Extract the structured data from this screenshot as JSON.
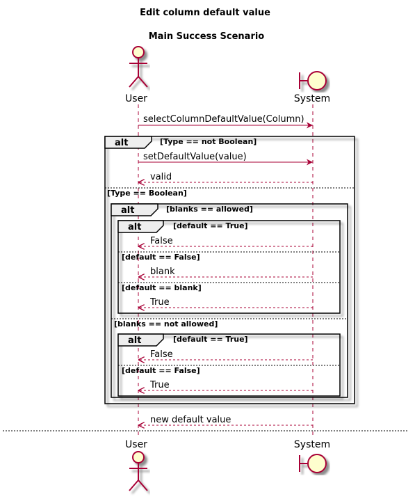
{
  "diagram": {
    "title": "Edit column default value",
    "subtitle": "Main Success Scenario",
    "participants": [
      {
        "name": "User",
        "shape": "actor"
      },
      {
        "name": "System",
        "shape": "boundary"
      }
    ],
    "messages": [
      {
        "label": "selectColumnDefaultValue(Column)",
        "from": "User",
        "to": "System",
        "style": "solid"
      },
      {
        "label": "setDefaultValue(value)",
        "from": "User",
        "to": "System",
        "style": "solid"
      },
      {
        "label": "valid",
        "from": "System",
        "to": "User",
        "style": "dashed"
      },
      {
        "label": "False",
        "from": "System",
        "to": "User",
        "style": "dashed"
      },
      {
        "label": "blank",
        "from": "System",
        "to": "User",
        "style": "dashed"
      },
      {
        "label": "True",
        "from": "System",
        "to": "User",
        "style": "dashed"
      },
      {
        "label": "False",
        "from": "System",
        "to": "User",
        "style": "dashed"
      },
      {
        "label": "True",
        "from": "System",
        "to": "User",
        "style": "dashed"
      },
      {
        "label": "new default value",
        "from": "System",
        "to": "User",
        "style": "dashed"
      }
    ],
    "fragments": {
      "outer": {
        "keyword": "alt",
        "guard1": "[Type == not Boolean]",
        "guard2": "[Type == Boolean]"
      },
      "blanks": {
        "keyword": "alt",
        "guard1": "[blanks == allowed]",
        "guard2": "[blanks == not allowed]"
      },
      "allowed": {
        "keyword": "alt",
        "guard1": "[default == True]",
        "guard2": "[default == False]",
        "guard3": "[default == blank]"
      },
      "not_allowed": {
        "keyword": "alt",
        "guard1": "[default == True]",
        "guard2": "[default == False]"
      }
    }
  },
  "colors": {
    "arrow": "#a80036",
    "actor_fill": "#fefece",
    "fragment_tab": "#eeeeee",
    "shadow": "#888888"
  }
}
